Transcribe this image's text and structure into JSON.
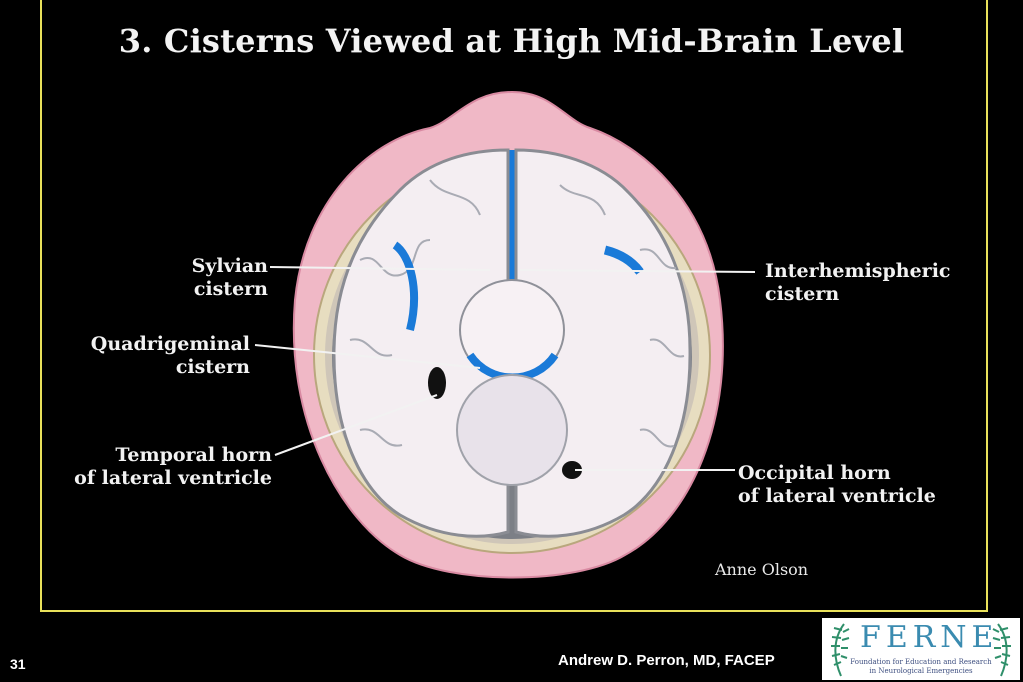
{
  "slide": {
    "title": "3. Cisterns Viewed at High Mid-Brain Level",
    "credit": "Anne Olson",
    "number": "31",
    "author": "Andrew D. Perron, MD, FACEP"
  },
  "labels": {
    "sylvian": [
      "Sylvian",
      "cistern"
    ],
    "quadrigeminal": [
      "Quadrigeminal",
      "cistern"
    ],
    "temporal_horn": [
      "Temporal horn",
      "of lateral ventricle"
    ],
    "interhemispheric": [
      "Interhemispheric",
      "cistern"
    ],
    "occipital_horn": [
      "Occipital horn",
      "of lateral ventricle"
    ]
  },
  "logo": {
    "word": "FERNE",
    "subtitle_1": "Foundation for Education and Research",
    "subtitle_2": "in Neurological Emergencies"
  },
  "colors": {
    "frame_border": "#e9e15a",
    "scalp": "#f0b8c6",
    "white_matter": "#f4eef2",
    "csf": "#1a7ad8",
    "logo_accent": "#3a8bb0"
  }
}
